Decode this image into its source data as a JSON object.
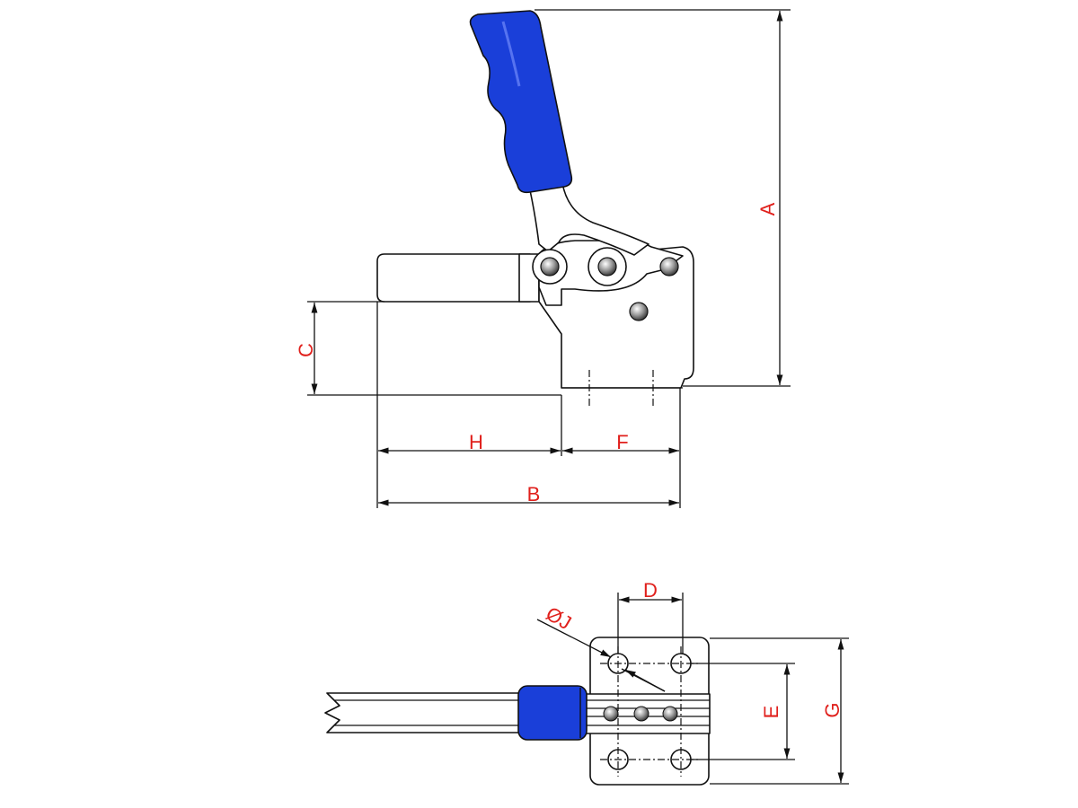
{
  "dimension_labels": {
    "A": "A",
    "B": "B",
    "C": "C",
    "D": "D",
    "E": "E",
    "F": "F",
    "G": "G",
    "H": "H",
    "J": "ØJ"
  },
  "colors": {
    "handle": "#1a3fd9",
    "label": "#e0201c",
    "line": "#111111"
  },
  "icons": {
    "handle": "blue-grip-handle",
    "pivot": "pivot-pin"
  }
}
